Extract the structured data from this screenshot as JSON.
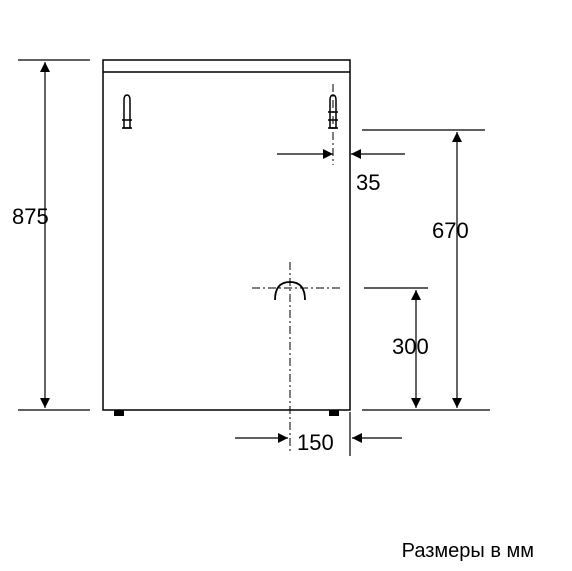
{
  "dimensions": {
    "height_total": "875",
    "connection_height": "670",
    "drain_height": "300",
    "side_offset": "35",
    "bottom_offset": "150"
  },
  "caption": "Размеры в мм",
  "colors": {
    "line": "#000000",
    "background": "#ffffff"
  }
}
